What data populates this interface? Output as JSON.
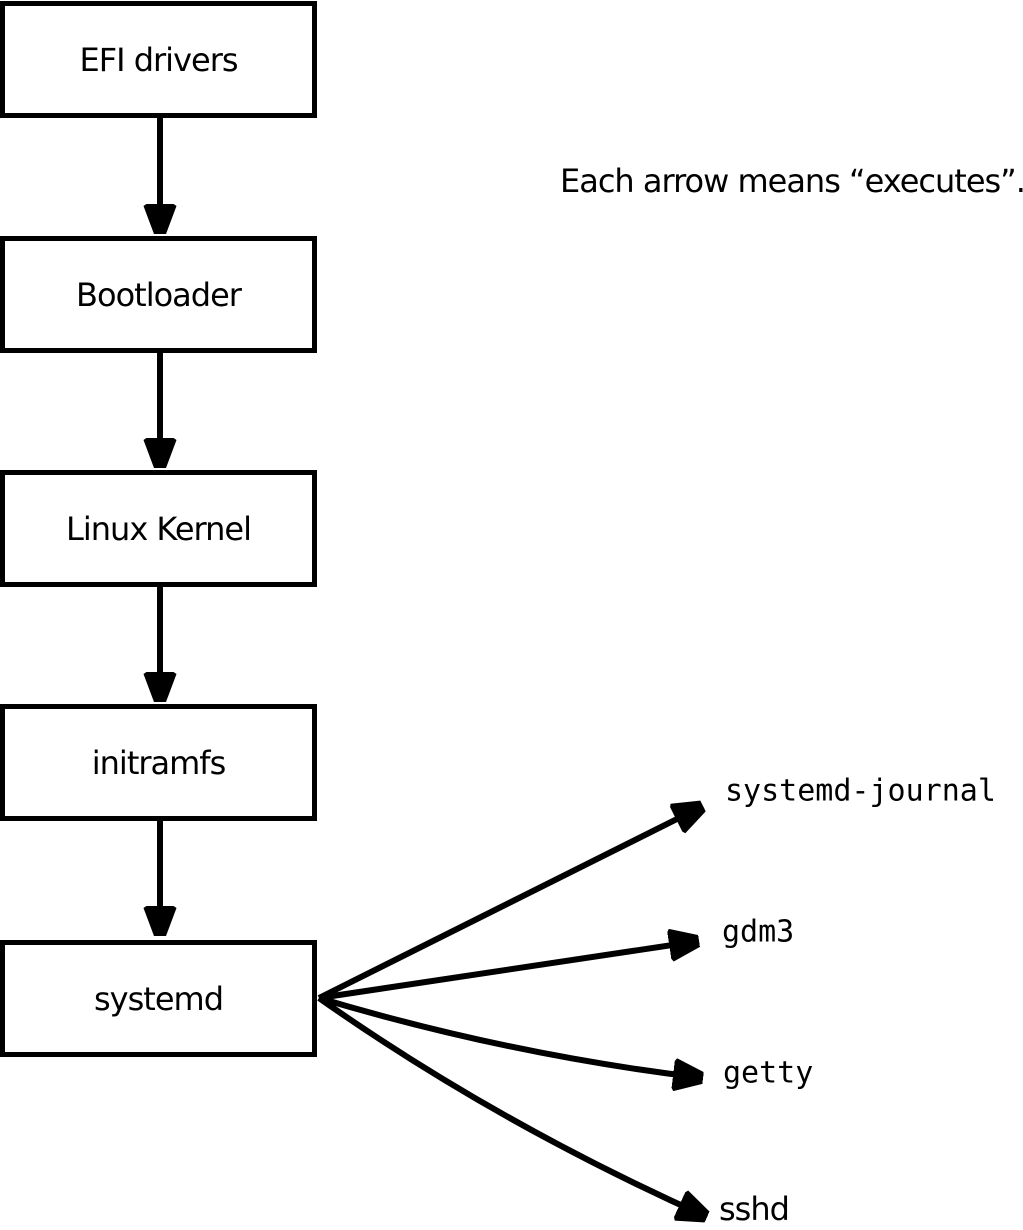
{
  "note": "Each arrow means “executes”.",
  "arrow_meaning": "executes",
  "chain": [
    {
      "label": "EFI drivers"
    },
    {
      "label": "Bootloader"
    },
    {
      "label": "Linux Kernel"
    },
    {
      "label": "initramfs"
    },
    {
      "label": "systemd"
    }
  ],
  "spawned": [
    {
      "label": "systemd-journal"
    },
    {
      "label": "gdm3"
    },
    {
      "label": "getty"
    },
    {
      "label": "sshd"
    }
  ],
  "colors": {
    "foreground": "#000000",
    "background": "#ffffff",
    "box_fill": "#ffffff"
  }
}
